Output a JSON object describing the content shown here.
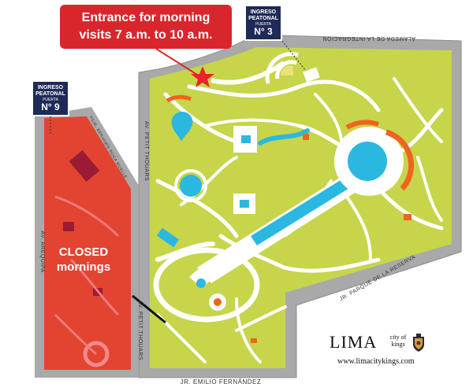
{
  "callout": {
    "line1": "Entrance for morning",
    "line2": "visits 7 a.m. to 10 a.m."
  },
  "gates": [
    {
      "line1": "INGRESO",
      "line2": "PEATONAL",
      "line3": "PUERTA",
      "number": "N° 3"
    },
    {
      "line1": "INGRESO",
      "line2": "PEATONAL",
      "line3": "PUERTA",
      "number": "N° 9"
    }
  ],
  "closed_zone": {
    "line1": "CLOSED",
    "line2": "mornings"
  },
  "streets": {
    "alameda": "ALAMEDA DE LA INTEGRACIÓN",
    "petit_thouars_top": "AV. PETIT THOUARS",
    "petit_thouars_bottom": "AV. PETIT THOUARS",
    "arequipa": "AV. AREQUIPA",
    "benjamin": "PSJE. BENJAMÍN ROCA MUELLE",
    "parque_reserva": "JR. PARQUE DE LA RESERVA",
    "emilio_fernandez": "JR. EMILIO FERNÁNDEZ"
  },
  "brand": {
    "name": "LIMA",
    "tagline_1": "city of",
    "tagline_2": "kings",
    "url": "www.limacitykings.com"
  },
  "colors": {
    "park_green": "#c6d54a",
    "path_white": "#ffffff",
    "closed_red": "#e8232c",
    "water_blue": "#2bb8e0",
    "accent_orange": "#f0641e",
    "road_gray": "#9c9c9c",
    "gate_navy": "#1e2a57"
  },
  "icons": {
    "entrance_marker": "red-star-icon",
    "coat_of_arms": "coat-of-arms-icon"
  }
}
